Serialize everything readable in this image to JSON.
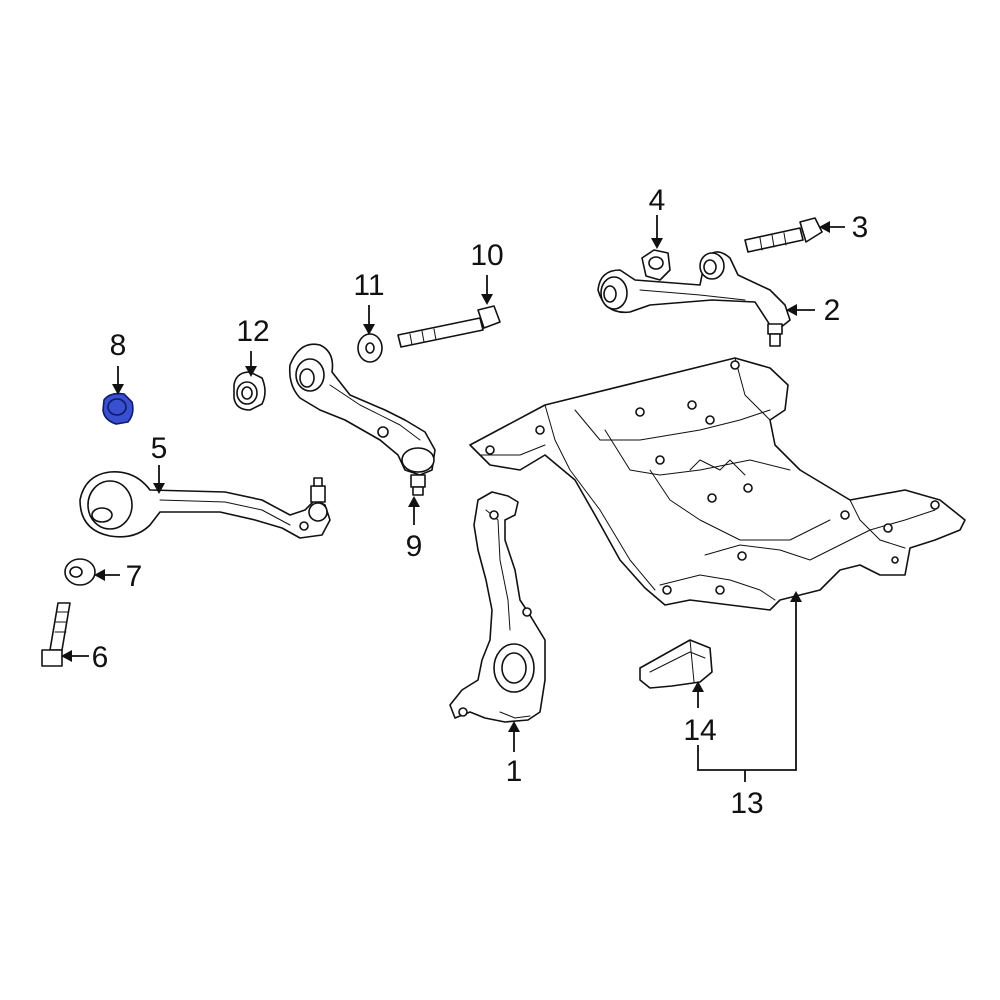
{
  "callouts": [
    {
      "id": "1",
      "label": "1",
      "part": "steering-knuckle"
    },
    {
      "id": "2",
      "label": "2",
      "part": "upper-control-arm"
    },
    {
      "id": "3",
      "label": "3",
      "part": "upper-arm-bolt"
    },
    {
      "id": "4",
      "label": "4",
      "part": "upper-arm-nut"
    },
    {
      "id": "5",
      "label": "5",
      "part": "lower-control-arm"
    },
    {
      "id": "6",
      "label": "6",
      "part": "lower-arm-bolt"
    },
    {
      "id": "7",
      "label": "7",
      "part": "lower-arm-washer"
    },
    {
      "id": "8",
      "label": "8",
      "part": "lower-arm-bushing",
      "highlighted": true
    },
    {
      "id": "9",
      "label": "9",
      "part": "tension-strut"
    },
    {
      "id": "10",
      "label": "10",
      "part": "strut-bolt"
    },
    {
      "id": "11",
      "label": "11",
      "part": "strut-washer"
    },
    {
      "id": "12",
      "label": "12",
      "part": "strut-bushing"
    },
    {
      "id": "13",
      "label": "13",
      "part": "engine-cradle-assembly"
    },
    {
      "id": "14",
      "label": "14",
      "part": "cradle-bracket"
    }
  ],
  "colors": {
    "line": "#111111",
    "highlight": "#3a4fcf",
    "background": "#ffffff"
  }
}
